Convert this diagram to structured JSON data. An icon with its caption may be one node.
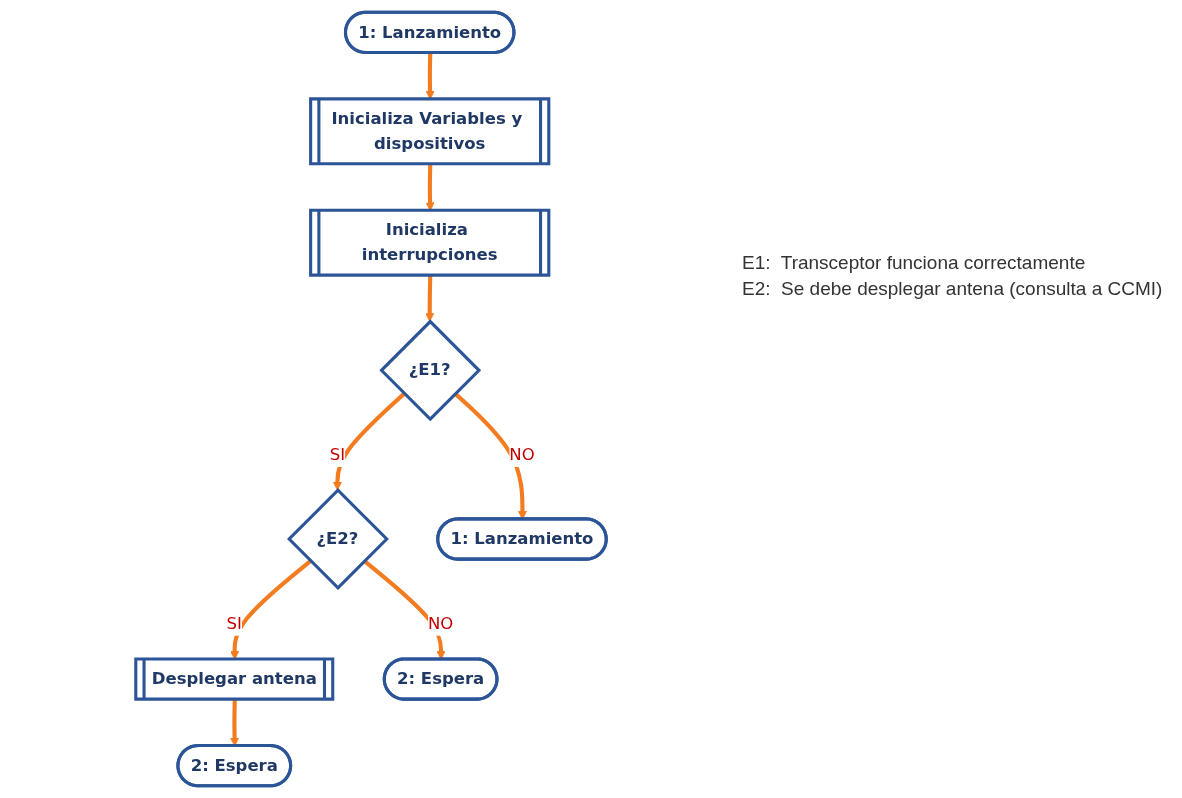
{
  "diagram": {
    "nodes": [
      {
        "text": [
          "1: Lanzamiento"
        ]
      },
      {
        "text": [
          "Inicializa Variables y dispositivos"
        ]
      },
      {
        "text": [
          "Inicializa interrupciones"
        ]
      },
      {
        "text": [
          "¿E1?"
        ]
      },
      {
        "text": [
          "¿E2?"
        ]
      },
      {
        "text": [
          "Desplegar antena"
        ]
      },
      {
        "text": [
          "1: Lanzamiento"
        ]
      },
      {
        "text": [
          "2: Espera"
        ]
      },
      {
        "text": [
          "2: Espera"
        ]
      }
    ],
    "edges": [
      {
        "from": 0,
        "to": 1,
        "arrow": "to"
      },
      {
        "from": 1,
        "to": 2,
        "arrow": "to"
      },
      {
        "from": 2,
        "to": 3,
        "arrow": "to"
      },
      {
        "from": 3,
        "to": 4,
        "arrow": "to",
        "label": "SI"
      },
      {
        "from": 4,
        "to": 5,
        "arrow": "to",
        "label": "SI"
      },
      {
        "from": 3,
        "to": 6,
        "arrow": "to",
        "label": "NO"
      },
      {
        "from": 4,
        "to": 7,
        "arrow": "to",
        "label": "NO"
      },
      {
        "from": 5,
        "to": 8,
        "arrow": "to"
      }
    ],
    "labels": [
      "E1:  Transceptor funciona correctamente",
      "E2:  Se debe desplegar antena (consulta a CCMI)"
    ]
  }
}
